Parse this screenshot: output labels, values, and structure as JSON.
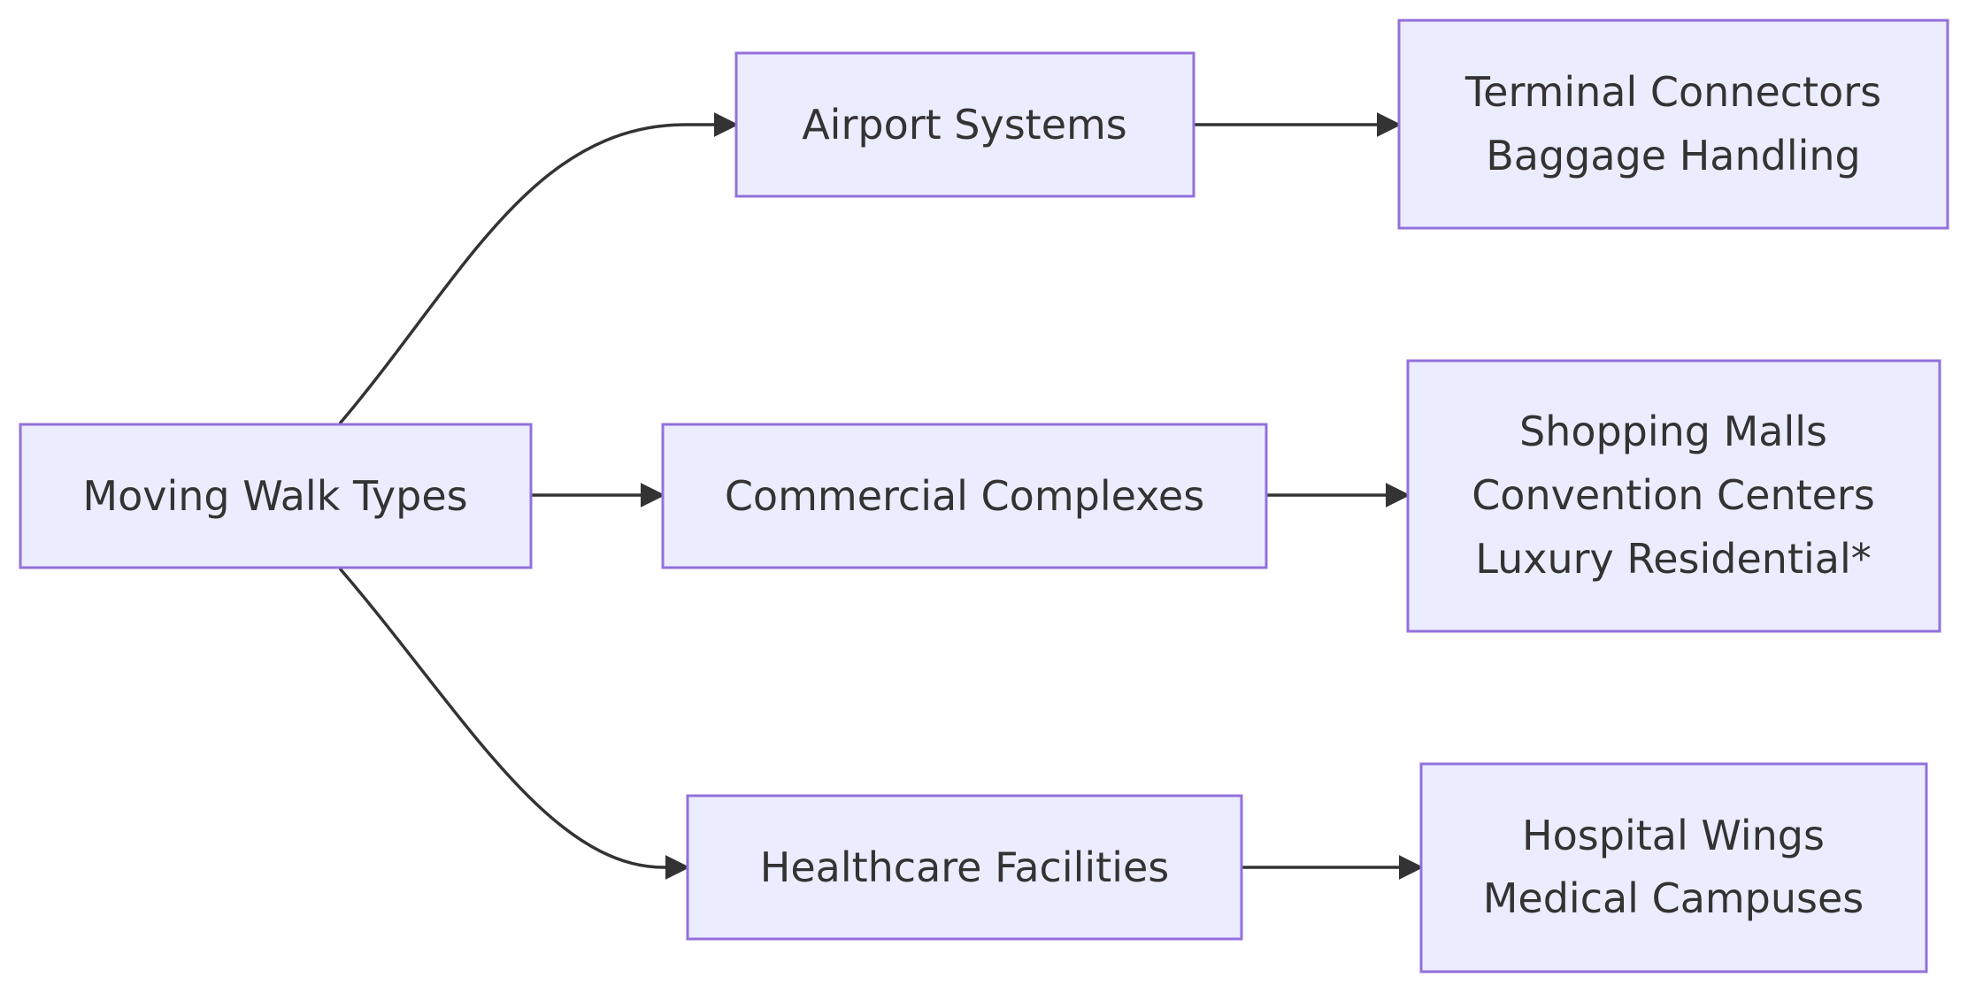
{
  "diagram": {
    "type": "flowchart",
    "direction": "left-to-right",
    "colors": {
      "node_fill": "#ECECFF",
      "node_border": "#9370DB",
      "edge": "#333333",
      "text": "#333333"
    },
    "nodes": {
      "root": {
        "lines": [
          "Moving Walk Types"
        ]
      },
      "airport": {
        "lines": [
          "Airport Systems"
        ]
      },
      "commercial": {
        "lines": [
          "Commercial Complexes"
        ]
      },
      "healthcare": {
        "lines": [
          "Healthcare Facilities"
        ]
      },
      "airport_detail": {
        "lines": [
          "Terminal Connectors",
          "Baggage Handling"
        ]
      },
      "commercial_detail": {
        "lines": [
          "Shopping Malls",
          "Convention Centers",
          "Luxury Residential*"
        ]
      },
      "healthcare_detail": {
        "lines": [
          "Hospital Wings",
          "Medical Campuses"
        ]
      }
    },
    "edges": [
      {
        "from": "root",
        "to": "airport"
      },
      {
        "from": "root",
        "to": "commercial"
      },
      {
        "from": "root",
        "to": "healthcare"
      },
      {
        "from": "airport",
        "to": "airport_detail"
      },
      {
        "from": "commercial",
        "to": "commercial_detail"
      },
      {
        "from": "healthcare",
        "to": "healthcare_detail"
      }
    ]
  }
}
